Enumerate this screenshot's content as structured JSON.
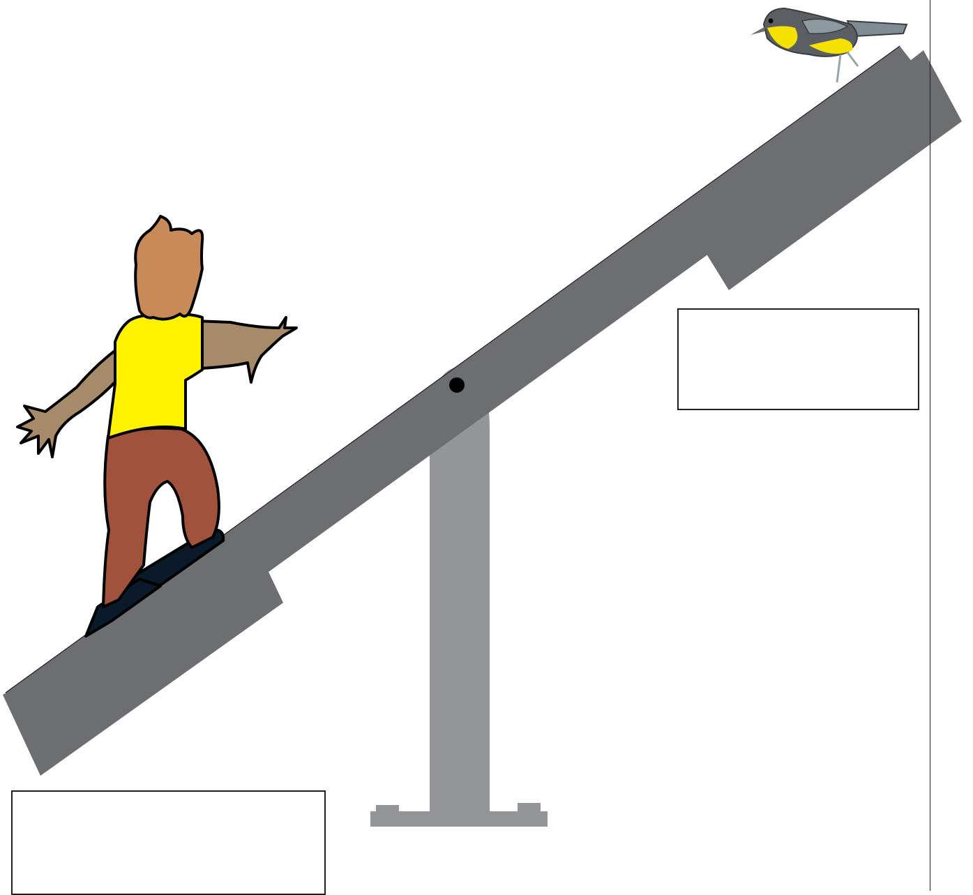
{
  "scene": {
    "colors": {
      "plank": "#6d6e71",
      "stand": "#939598",
      "pivot_pin": "#000000",
      "outline": "#231f20",
      "boy_hair": "#c98a5a",
      "boy_shirt": "#fff200",
      "boy_skin": "#a68a6a",
      "boy_pants": "#a0523d",
      "boy_shoes": "#0a1a2a",
      "bird_body": "#5b5f63",
      "bird_yellow": "#f5e100",
      "bird_wing": "#7f8c94"
    },
    "icons": {
      "boy": "boy-figure",
      "bird": "bird-figure",
      "seesaw": "seesaw-plank",
      "fulcrum": "fulcrum-stand"
    }
  },
  "labels": {
    "right_box_text": "",
    "left_box_text": ""
  }
}
